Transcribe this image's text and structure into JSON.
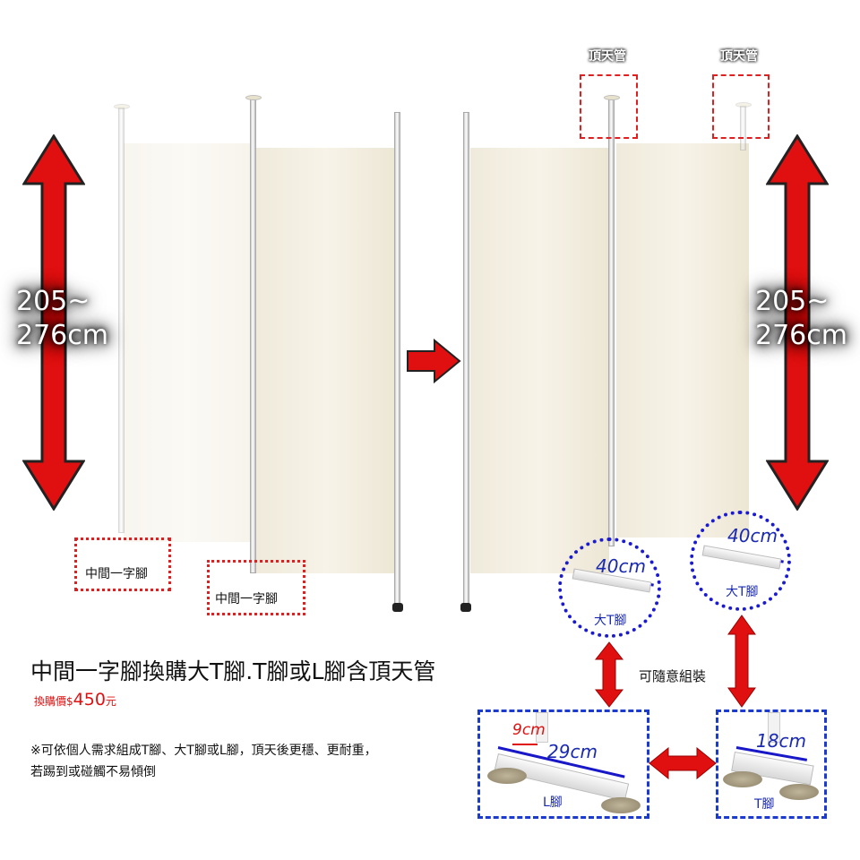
{
  "height_label": {
    "line1": "205~",
    "line2": "276cm"
  },
  "top_pole_label": "頂天管",
  "middle_foot_label": "中間一字腳",
  "big_t_foot": {
    "label": "大T腳",
    "width": "40cm"
  },
  "l_foot": {
    "label": "L腳",
    "short": "9cm",
    "long": "29cm"
  },
  "t_foot": {
    "label": "T腳",
    "width": "18cm"
  },
  "assemble_note": "可隨意組裝",
  "headline": "中間一字腳換購大T腳.T腳或L腳含頂天管",
  "price": {
    "prefix": "換購價$",
    "amount": "450",
    "suffix": "元"
  },
  "note_lines": [
    "※可依個人需求組成T腳、大T腳或L腳，頂天後更穩、更耐重，",
    "若踢到或碰觸不易傾倒"
  ],
  "colors": {
    "accent_red": "#e02020",
    "dim_blue": "#1a2ab0"
  }
}
